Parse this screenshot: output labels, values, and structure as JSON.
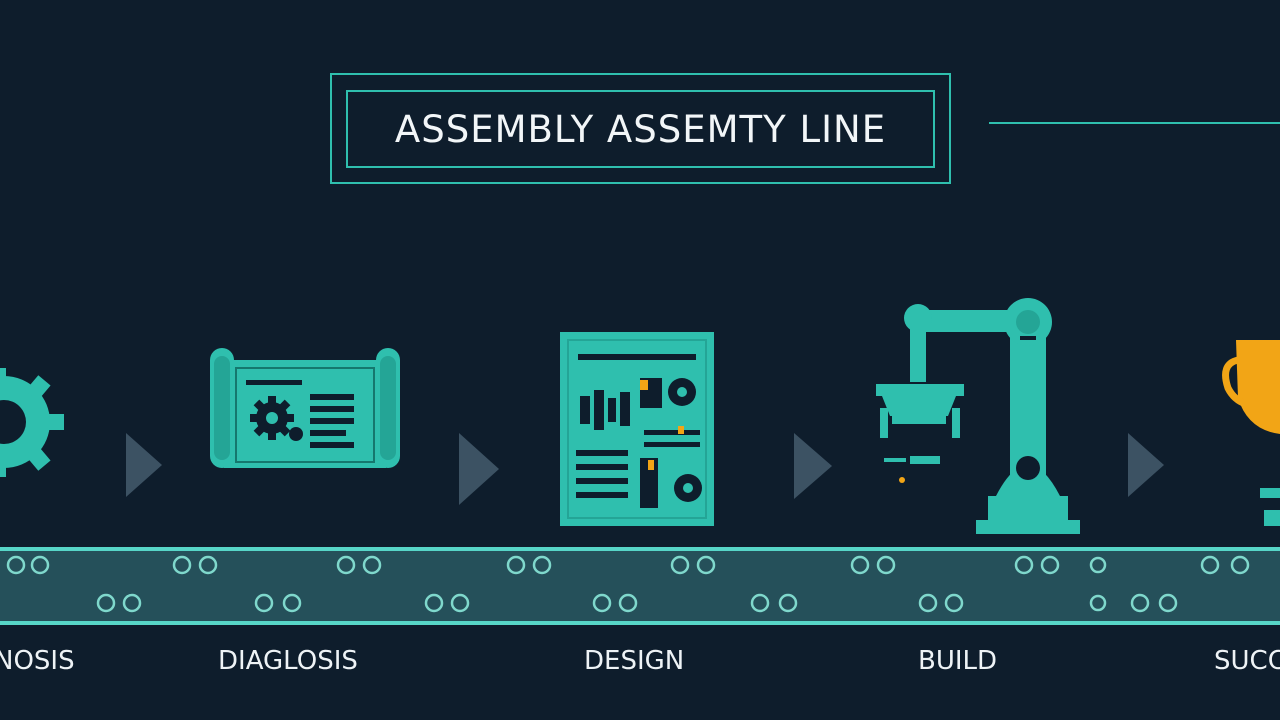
{
  "title": "ASSEMBLY ASSEMTY LINE",
  "stages": [
    {
      "label": "NOSIS",
      "icon": "gear-icon"
    },
    {
      "label": "DIAGLOSIS",
      "icon": "blueprint-icon"
    },
    {
      "label": "DESIGN",
      "icon": "design-document-icon"
    },
    {
      "label": "BUILD",
      "icon": "robotic-arm-icon"
    },
    {
      "label": "SUCC",
      "icon": "trophy-icon"
    }
  ],
  "colors": {
    "background": "#0e1d2c",
    "accent": "#2fbfae",
    "belt": "#25505a",
    "trophy": "#f2a516",
    "arrow": "#3c5263"
  }
}
